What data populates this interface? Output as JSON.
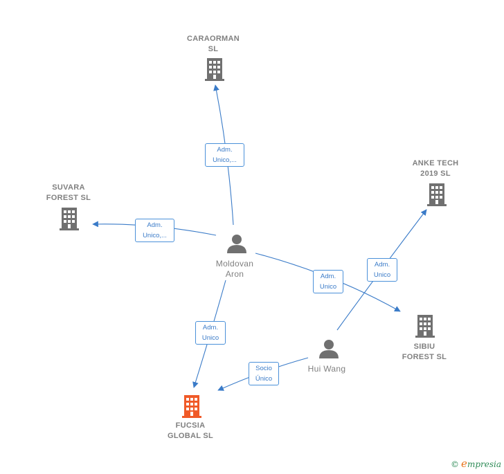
{
  "colors": {
    "edge": "#3a7bc8",
    "company_icon": "#707070",
    "main_company_icon": "#f05a28",
    "person_icon": "#707070"
  },
  "nodes": {
    "caraorman": {
      "line1": "CARAORMAN",
      "line2": "SL",
      "icon": "building-icon"
    },
    "suvara": {
      "line1": "SUVARA",
      "line2": "FOREST  SL",
      "icon": "building-icon"
    },
    "anke": {
      "line1": "ANKE TECH",
      "line2": "2019  SL",
      "icon": "building-icon"
    },
    "sibiu": {
      "line1": "SIBIU",
      "line2": "FOREST  SL",
      "icon": "building-icon"
    },
    "fucsia": {
      "line1": "FUCSIA",
      "line2": "GLOBAL  SL",
      "icon": "building-icon"
    },
    "moldovan": {
      "line1": "Moldovan",
      "line2": "Aron",
      "icon": "person-icon"
    },
    "huiwang": {
      "line1": "Hui Wang",
      "icon": "person-icon"
    }
  },
  "edges": {
    "to_caraorman": {
      "line1": "Adm.",
      "line2": "Unico,..."
    },
    "to_suvara": {
      "line1": "Adm.",
      "line2": "Unico,..."
    },
    "to_sibiu": {
      "line1": "Adm.",
      "line2": "Unico"
    },
    "to_fucsia": {
      "line1": "Adm.",
      "line2": "Unico"
    },
    "to_anke": {
      "line1": "Adm.",
      "line2": "Unico"
    },
    "hui_to_fucsia": {
      "line1": "Socio",
      "line2": "Único"
    }
  },
  "footer": {
    "copyright": "©",
    "brand_initial": "e",
    "brand_rest": "mpresia"
  }
}
